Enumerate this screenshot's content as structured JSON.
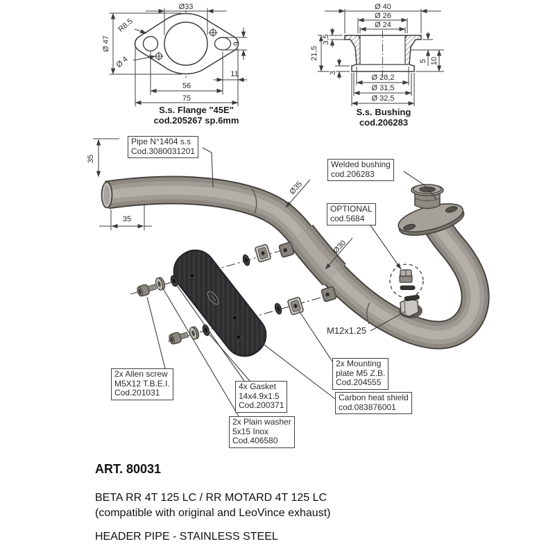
{
  "flange": {
    "caption1": "S.s. Flange  \"45E\"",
    "caption2": "cod.205267  sp.6mm",
    "d33": "Ø33",
    "r85": "R8.5",
    "d47": "Ø 47",
    "d4": "Ø 4",
    "n9": "9",
    "n11": "11",
    "n56": "56",
    "n75": "75"
  },
  "bushing": {
    "caption1": "S.s. Bushing",
    "caption2": "cod.206283",
    "d40": "Ø 40",
    "d26": "Ø 26",
    "d24": "Ø 24",
    "n215": "21,5",
    "n35": "3,5",
    "n3": "3",
    "n5": "5",
    "n10": "10",
    "d282": "Ø 28,2",
    "d315": "Ø 31,5",
    "d325": "Ø 32,5"
  },
  "assembly": {
    "pipe1": "Pipe N°1404 s.s",
    "pipe2": "Cod.3080031201",
    "weld1": "Welded bushing",
    "weld2": "cod.206283",
    "opt1": "OPTIONAL",
    "opt2": "cod.5684",
    "d35": "Ø35",
    "d30": "Ø30",
    "len35v": "35",
    "len35h": "35",
    "m12": "M12x1.25",
    "mount1": "2x Mounting",
    "mount2": "plate M5 Z.B.",
    "mount3": "Cod.204555",
    "shield1": "Carbon heat shield",
    "shield2": "cod.083876001",
    "allen1": "2x Allen screw",
    "allen2": "M5X12 T.B.E.I.",
    "allen3": "Cod.201031",
    "gasket1": "4x Gasket",
    "gasket2": "14x4.9x1.5",
    "gasket3": "Cod.200371",
    "washer1": "2x Plain washer",
    "washer2": "5x15 Inox",
    "washer3": "Cod.406580"
  },
  "footer": {
    "art": "ART. 80031",
    "model": "BETA RR 4T 125 LC / RR MOTARD 4T 125 LC",
    "compat": "(compatible with original and LeoVince exhaust)",
    "product": "HEADER PIPE - STAINLESS STEEL"
  },
  "colors": {
    "line": "#3c3c3c",
    "pipe": "#9b968f",
    "heat_shield": "#2e2e30"
  }
}
